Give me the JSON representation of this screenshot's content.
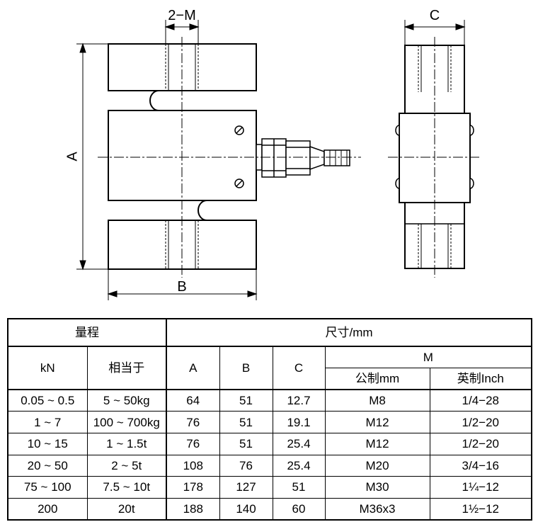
{
  "drawing": {
    "labels": {
      "m": "2−M",
      "a": "A",
      "b": "B",
      "c": "C"
    }
  },
  "table": {
    "header": {
      "range": "量程",
      "dimensions": "尺寸/mm",
      "kn": "kN",
      "equivalent": "相当于",
      "a": "A",
      "b": "B",
      "c": "C",
      "m": "M",
      "metric": "公制mm",
      "imperial": "英制Inch"
    },
    "rows": [
      {
        "kn": "0.05 ~ 0.5",
        "eq": "5 ~ 50kg",
        "a": "64",
        "b": "51",
        "c": "12.7",
        "metric": "M8",
        "imperial": "1/4−28"
      },
      {
        "kn": "1 ~ 7",
        "eq": "100 ~ 700kg",
        "a": "76",
        "b": "51",
        "c": "19.1",
        "metric": "M12",
        "imperial": "1/2−20"
      },
      {
        "kn": "10 ~ 15",
        "eq": "1 ~ 1.5t",
        "a": "76",
        "b": "51",
        "c": "25.4",
        "metric": "M12",
        "imperial": "1/2−20"
      },
      {
        "kn": "20 ~ 50",
        "eq": "2 ~ 5t",
        "a": "108",
        "b": "76",
        "c": "25.4",
        "metric": "M20",
        "imperial": "3/4−16"
      },
      {
        "kn": "75 ~ 100",
        "eq": "7.5 ~ 10t",
        "a": "178",
        "b": "127",
        "c": "51",
        "metric": "M30",
        "imperial": "1¼−12"
      },
      {
        "kn": "200",
        "eq": "20t",
        "a": "188",
        "b": "140",
        "c": "60",
        "metric": "M36x3",
        "imperial": "1½−12"
      }
    ]
  }
}
